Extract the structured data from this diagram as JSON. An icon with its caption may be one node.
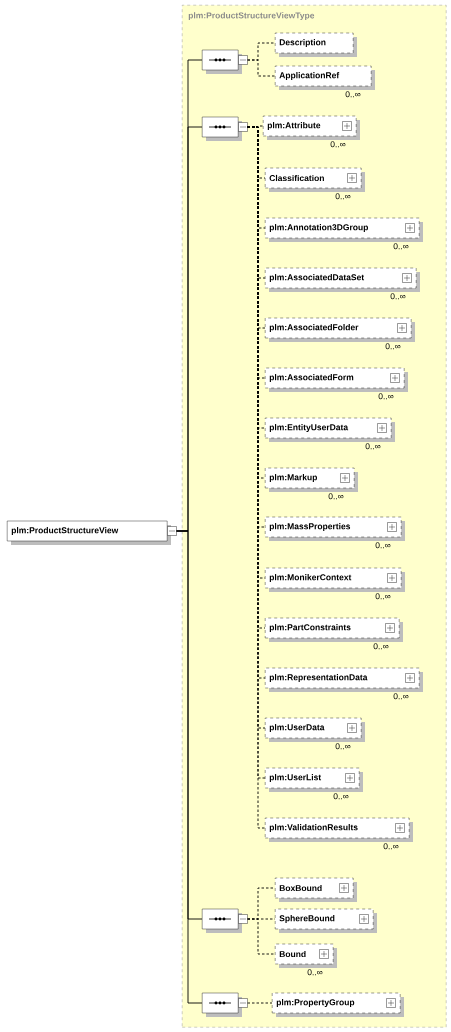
{
  "diagram": {
    "nodes": [
      {
        "text": [
          "plm:ProductStructureViewType"
        ]
      },
      {
        "text": [
          "plm:ProductStructureView"
        ]
      },
      {
        "text": [],
        "shape": "octagon",
        "in": 0
      },
      {
        "text": [
          "Description"
        ],
        "in": 0
      },
      {
        "text": [
          "ApplicationRef"
        ],
        "in": 0,
        "beside": [
          "0..∞"
        ]
      },
      {
        "text": [],
        "shape": "octagon",
        "in": 0
      },
      {
        "text": [
          "plm:Attribute"
        ],
        "in": 0,
        "beside": [
          "0..∞"
        ]
      },
      {
        "text": [
          "Classification"
        ],
        "in": 0,
        "beside": [
          "0..∞"
        ]
      },
      {
        "text": [
          "plm:Annotation3DGroup"
        ],
        "in": 0,
        "beside": [
          "0..∞"
        ]
      },
      {
        "text": [
          "plm:AssociatedDataSet"
        ],
        "in": 0,
        "beside": [
          "0..∞"
        ]
      },
      {
        "text": [
          "plm:AssociatedFolder"
        ],
        "in": 0,
        "beside": [
          "0..∞"
        ]
      },
      {
        "text": [
          "plm:AssociatedForm"
        ],
        "in": 0,
        "beside": [
          "0..∞"
        ]
      },
      {
        "text": [
          "plm:EntityUserData"
        ],
        "in": 0,
        "beside": [
          "0..∞"
        ]
      },
      {
        "text": [
          "plm:Markup"
        ],
        "in": 0,
        "beside": [
          "0..∞"
        ]
      },
      {
        "text": [
          "plm:MassProperties"
        ],
        "in": 0,
        "beside": [
          "0..∞"
        ]
      },
      {
        "text": [
          "plm:MonikerContext"
        ],
        "in": 0,
        "beside": [
          "0..∞"
        ]
      },
      {
        "text": [
          "plm:PartConstraints"
        ],
        "in": 0,
        "beside": [
          "0..∞"
        ]
      },
      {
        "text": [
          "plm:RepresentationData"
        ],
        "in": 0,
        "beside": [
          "0..∞"
        ]
      },
      {
        "text": [
          "plm:UserData"
        ],
        "in": 0,
        "beside": [
          "0..∞"
        ]
      },
      {
        "text": [
          "plm:UserList"
        ],
        "in": 0,
        "beside": [
          "0..∞"
        ]
      },
      {
        "text": [
          "plm:ValidationResults"
        ],
        "in": 0,
        "beside": [
          "0..∞"
        ]
      },
      {
        "text": [],
        "shape": "octagon",
        "in": 0
      },
      {
        "text": [
          "BoxBound"
        ],
        "in": 0
      },
      {
        "text": [
          "SphereBound"
        ],
        "in": 0
      },
      {
        "text": [
          "Bound"
        ],
        "in": 0,
        "beside": [
          "0..∞"
        ]
      },
      {
        "text": [],
        "shape": "octagon",
        "in": 0
      },
      {
        "text": [
          "plm:PropertyGroup"
        ],
        "in": 0
      }
    ],
    "edges": [
      {
        "from": 1,
        "to": 2,
        "arrow": "none"
      },
      {
        "from": 1,
        "to": 5,
        "arrow": "none"
      },
      {
        "from": 1,
        "to": 21,
        "arrow": "none"
      },
      {
        "from": 1,
        "to": 25,
        "arrow": "none"
      },
      {
        "from": 2,
        "to": 3,
        "arrow": "none",
        "style": "dashed"
      },
      {
        "from": 2,
        "to": 4,
        "arrow": "none",
        "style": "dashed"
      },
      {
        "from": 5,
        "to": 6,
        "arrow": "none",
        "style": "dashed"
      },
      {
        "from": 5,
        "to": 7,
        "arrow": "none",
        "style": "dashed"
      },
      {
        "from": 5,
        "to": 8,
        "arrow": "none",
        "style": "dashed"
      },
      {
        "from": 5,
        "to": 9,
        "arrow": "none",
        "style": "dashed"
      },
      {
        "from": 5,
        "to": 10,
        "arrow": "none",
        "style": "dashed"
      },
      {
        "from": 5,
        "to": 11,
        "arrow": "none",
        "style": "dashed"
      },
      {
        "from": 5,
        "to": 12,
        "arrow": "none",
        "style": "dashed"
      },
      {
        "from": 5,
        "to": 13,
        "arrow": "none",
        "style": "dashed"
      },
      {
        "from": 5,
        "to": 14,
        "arrow": "none",
        "style": "dashed"
      },
      {
        "from": 5,
        "to": 15,
        "arrow": "none",
        "style": "dashed"
      },
      {
        "from": 5,
        "to": 16,
        "arrow": "none",
        "style": "dashed"
      },
      {
        "from": 5,
        "to": 17,
        "arrow": "none",
        "style": "dashed"
      },
      {
        "from": 5,
        "to": 18,
        "arrow": "none",
        "style": "dashed"
      },
      {
        "from": 5,
        "to": 19,
        "arrow": "none",
        "style": "dashed"
      },
      {
        "from": 5,
        "to": 20,
        "arrow": "none",
        "style": "dashed"
      },
      {
        "from": 21,
        "to": 22,
        "arrow": "none",
        "style": "dashed"
      },
      {
        "from": 21,
        "to": 23,
        "arrow": "none",
        "style": "dashed"
      },
      {
        "from": 21,
        "to": 24,
        "arrow": "none",
        "style": "dashed"
      },
      {
        "from": 25,
        "to": 26,
        "arrow": "none",
        "style": "dashed"
      }
    ]
  }
}
